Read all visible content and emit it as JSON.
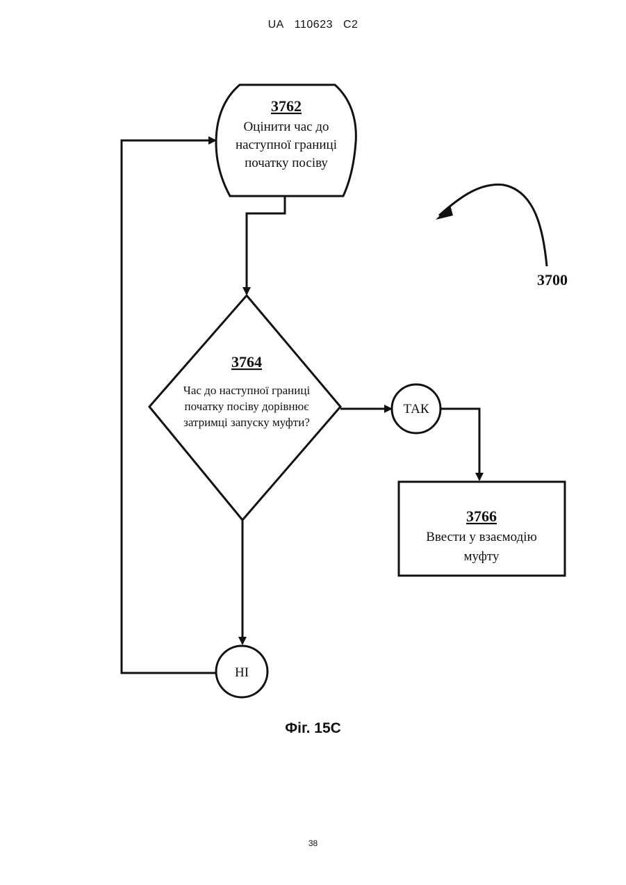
{
  "header": {
    "country": "UA",
    "number": "110623",
    "kind": "C2"
  },
  "diagram": {
    "ref_label": "3700",
    "nodes": {
      "estimate": {
        "number": "3762",
        "lines": [
          "Оцінити час до",
          "наступної границі",
          "початку посіву"
        ]
      },
      "decision": {
        "number": "3764",
        "lines": [
          "Час до наступної границі",
          "початку посіву дорівнює",
          "затримці запуску муфти?"
        ]
      },
      "yes": {
        "label": "ТАК"
      },
      "no": {
        "label": "НІ"
      },
      "engage": {
        "number": "3766",
        "lines": [
          "Ввести у взаємодію",
          "муфту"
        ]
      }
    }
  },
  "figure_caption": "Фіг. 15С",
  "page_number": "38"
}
